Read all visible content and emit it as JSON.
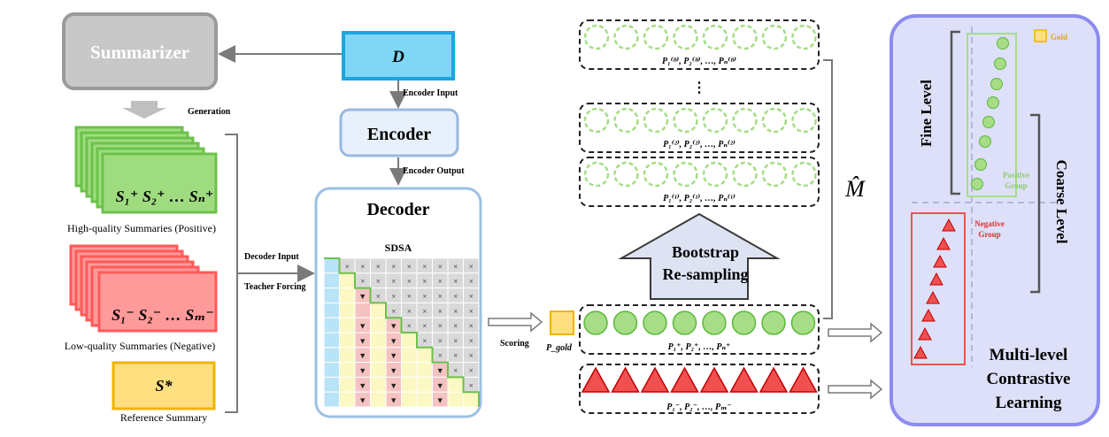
{
  "summarizer": {
    "label": "Summarizer"
  },
  "doc": {
    "label": "D"
  },
  "encoder": {
    "label": "Encoder",
    "input_label": "Encoder Input",
    "output_label": "Encoder Output"
  },
  "decoder": {
    "label": "Decoder",
    "sdsa_label": "SDSA",
    "input_label": "Decoder Input",
    "teacher_forcing_label": "Teacher Forcing",
    "mask_symbol": "×",
    "down_symbol": "▼"
  },
  "generation_label": "Generation",
  "positive": {
    "stack_label": "S₁⁺ S₂⁺ … Sₙ⁺",
    "caption": "High-quality Summaries (Positive)"
  },
  "negative": {
    "stack_label": "S₁⁻ S₂⁻ … Sₘ⁻",
    "caption": "Low-quality Summaries (Negative)"
  },
  "reference": {
    "label": "S*",
    "caption": "Reference Summary"
  },
  "scoring": {
    "label": "Scoring",
    "gold_label": "P_gold"
  },
  "resample": {
    "row_labels": [
      "P₁⁽ᴮ⁾, P₂⁽ᴮ⁾, …, Pₙ⁽ᴮ⁾",
      "P₁⁽²⁾, P₂⁽²⁾, …, Pₙ⁽²⁾",
      "P₁⁽¹⁾, P₂⁽¹⁾, …, Pₙ⁽¹⁾"
    ],
    "ellipsis": "⋮",
    "bootstrap_line1": "Bootstrap",
    "bootstrap_line2": "Re-sampling",
    "m_hat": "M̂"
  },
  "scores": {
    "positive_label": "P₁⁺, P₂⁺, …, Pₙ⁺",
    "negative_label": "P₁⁻, P₂⁻, …, Pₘ⁻"
  },
  "mlcl": {
    "fine_level": "Fine Level",
    "coarse_level": "Coarse Level",
    "gold_legend": "Gold",
    "positive_group_line1": "Positive",
    "positive_group_line2": "Group",
    "negative_group_line1": "Negative",
    "negative_group_line2": "Group",
    "title_line1": "Multi-level",
    "title_line2": "Contrastive",
    "title_line3": "Learning"
  },
  "colors": {
    "doc_fill": "#7fd6f5",
    "doc_stroke": "#1aa6e0",
    "summarizer_fill": "#c8c8c8",
    "encoder_fill": "#e8f0fb",
    "encoder_stroke": "#9ab8e0",
    "decoder_stroke": "#9cc0e4",
    "positive_fill": "#9fdc80",
    "positive_stroke": "#6cc24a",
    "negative_fill": "#ff9a9a",
    "negative_stroke": "#ff5a5a",
    "reference_fill": "#ffdf80",
    "reference_stroke": "#f0b400",
    "circle_fill": "#a6dd86",
    "circle_stroke": "#5cb83c",
    "triangle_fill": "#f05050",
    "triangle_stroke": "#c00000",
    "mlcl_fill": "#dde0f8",
    "mlcl_stroke": "#8c8cf0",
    "grid_blue": "#b9e3f6",
    "grid_pink": "#f5c2c2",
    "grid_yellow": "#fbf8c4",
    "grid_gray": "#d9d9d9"
  }
}
